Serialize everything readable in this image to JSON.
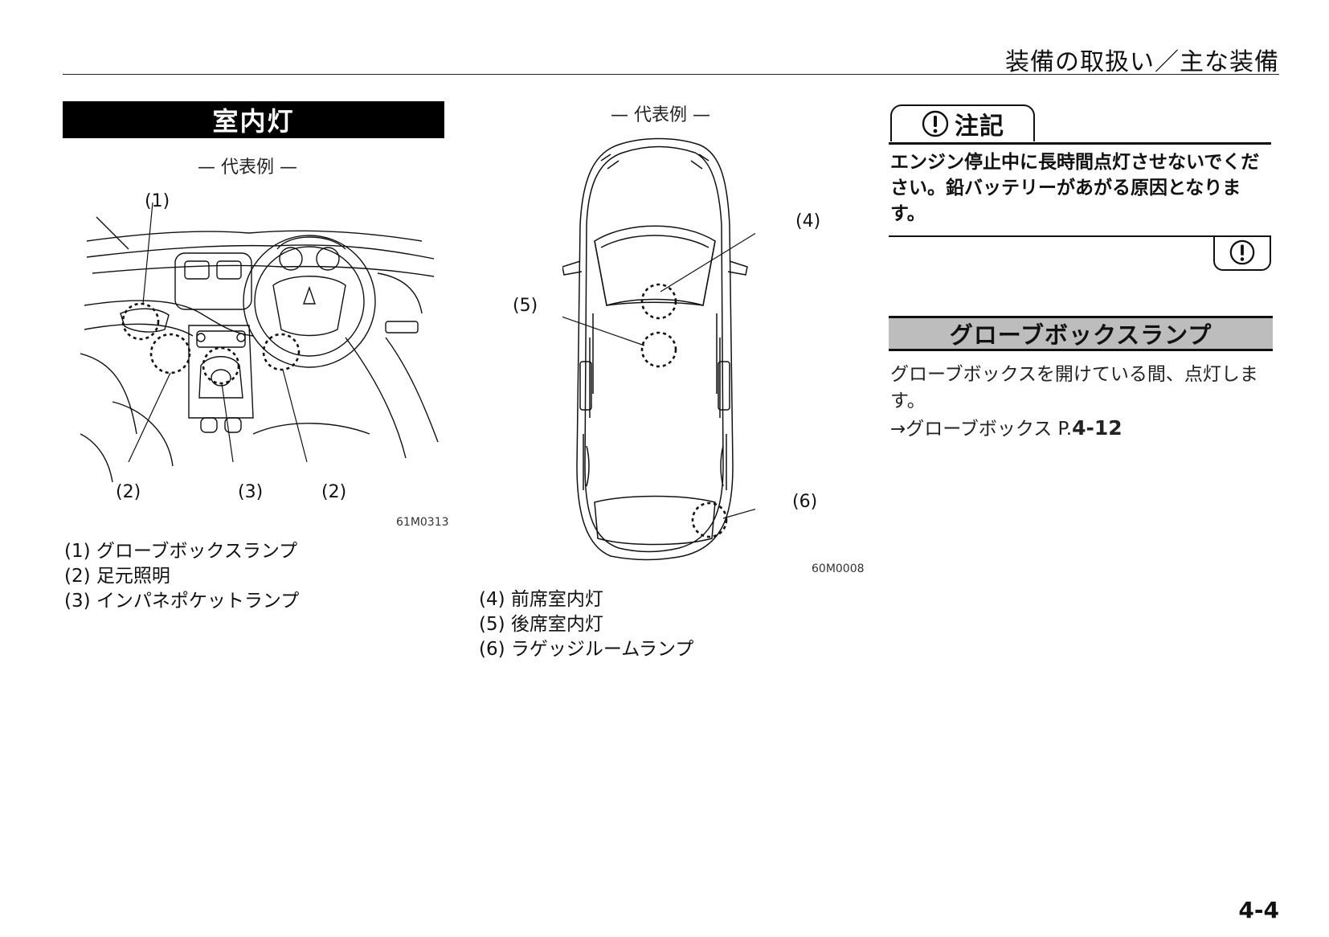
{
  "header": {
    "title": "装備の取扱い／主な装備"
  },
  "section": {
    "title": "室内灯",
    "figure1": {
      "caption": "— 代表例 —",
      "code": "61M0313",
      "callouts": {
        "c1": "(1)",
        "c2a": "(2)",
        "c3": "(3)",
        "c2b": "(2)"
      }
    },
    "legend1": [
      "(1) グローブボックスランプ",
      "(2) 足元照明",
      "(3) インパネポケットランプ"
    ],
    "figure2": {
      "caption": "— 代表例 —",
      "code": "60M0008",
      "callouts": {
        "c4": "(4)",
        "c5": "(5)",
        "c6": "(6)"
      }
    },
    "legend2": [
      "(4) 前席室内灯",
      "(5) 後席室内灯",
      "(6) ラゲッジルームランプ"
    ]
  },
  "caution": {
    "label": "注記",
    "text": "エンジン停止中に長時間点灯させないでください。鉛バッテリーがあがる原因となります。"
  },
  "glovebox": {
    "title": "グローブボックスランプ",
    "body": "グローブボックスを開けている間、点灯します。",
    "ref_prefix": "→グローブボックス P.",
    "ref_page": "4-12"
  },
  "page": {
    "number": "4-4"
  },
  "icons": {
    "caution": "exclamation-circle-icon"
  }
}
